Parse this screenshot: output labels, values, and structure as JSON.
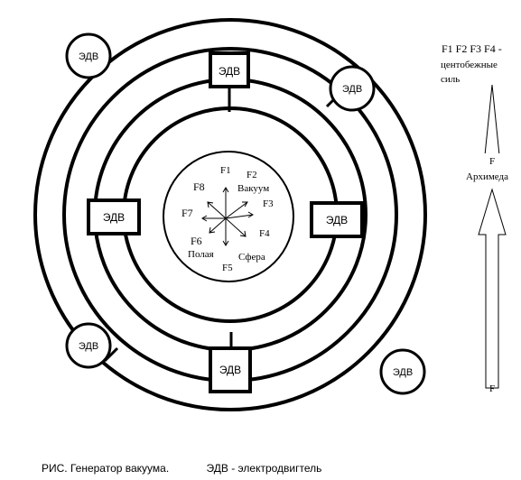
{
  "motor_label": "ЭДВ",
  "core": {
    "forces": [
      "F1",
      "F2",
      "F3",
      "F4",
      "F5",
      "F6",
      "F7",
      "F8"
    ],
    "word_vacuum": "Вакуум",
    "word_hollow": "Полая",
    "word_sphere": "Сфера"
  },
  "right_panel": {
    "line1": "F1 F2 F3 F4 -",
    "line2": "центобежные",
    "line3": "силь",
    "f_label": "F",
    "archimedes": "Архимеда"
  },
  "caption": {
    "left": "РИС.  Генератор вакуума.",
    "right": "ЭДВ - электродвигтель"
  }
}
